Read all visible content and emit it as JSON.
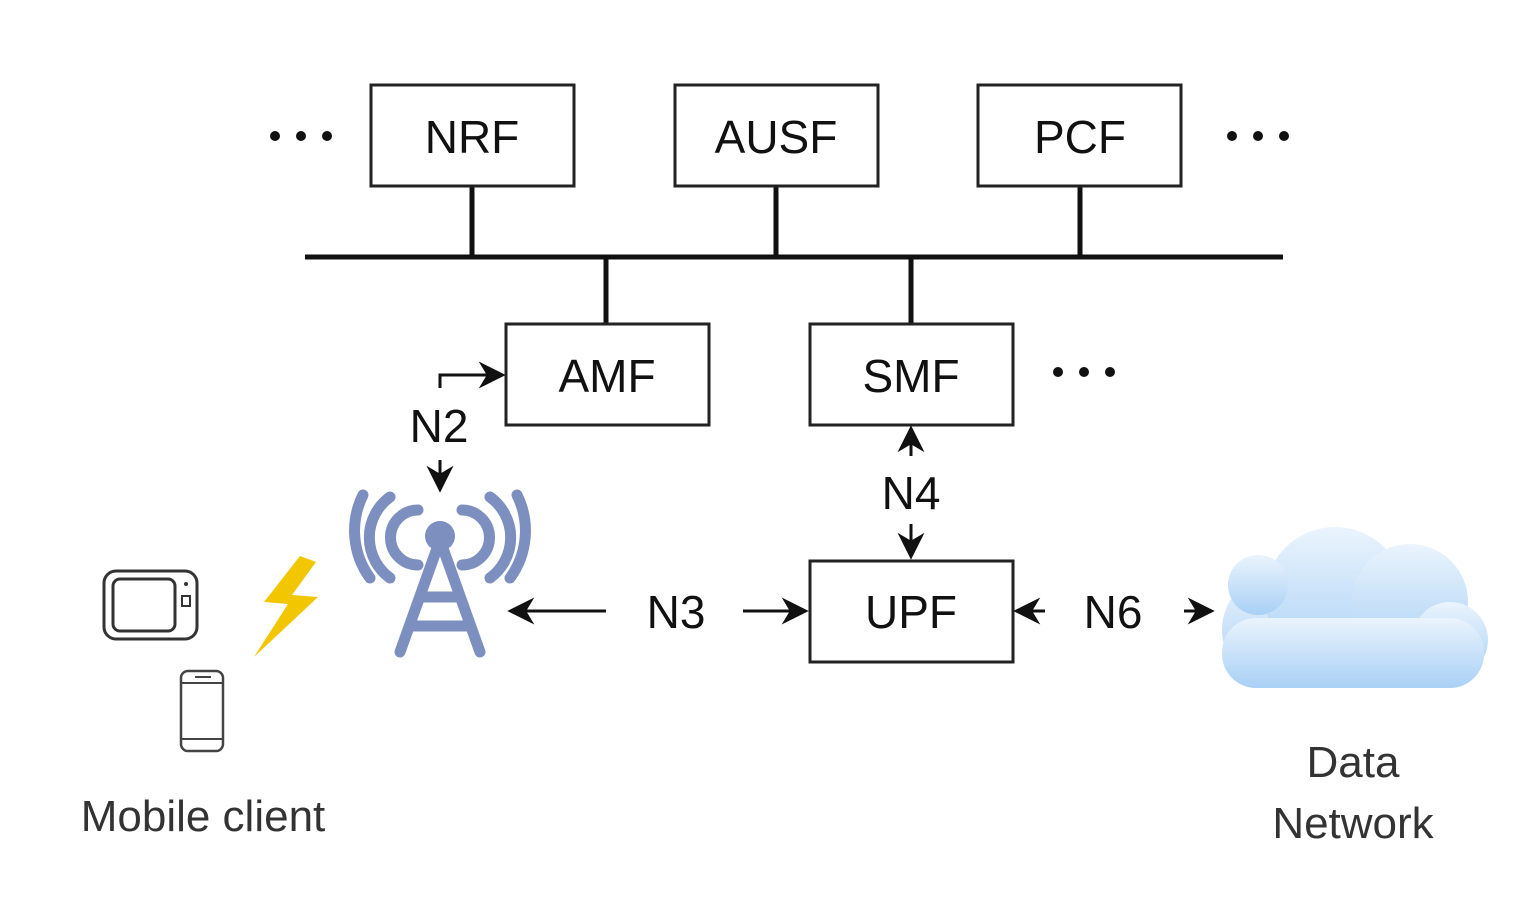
{
  "nodes": {
    "nrf": "NRF",
    "ausf": "AUSF",
    "pcf": "PCF",
    "amf": "AMF",
    "smf": "SMF",
    "upf": "UPF"
  },
  "interfaces": {
    "n2": "N2",
    "n3": "N3",
    "n4": "N4",
    "n6": "N6"
  },
  "labels": {
    "mobile_client": "Mobile client",
    "data_network_line1": "Data",
    "data_network_line2": "Network"
  },
  "icons": {
    "base_station": "cell-tower-icon",
    "tablet": "tablet-icon",
    "phone": "smartphone-icon",
    "lightning": "lightning-icon",
    "cloud": "cloud-icon"
  },
  "colors": {
    "tower": "#7d8fbf",
    "lightning": "#f2c600",
    "cloud_top": "#eaf4fd",
    "cloud_bottom": "#a9d0f5"
  }
}
